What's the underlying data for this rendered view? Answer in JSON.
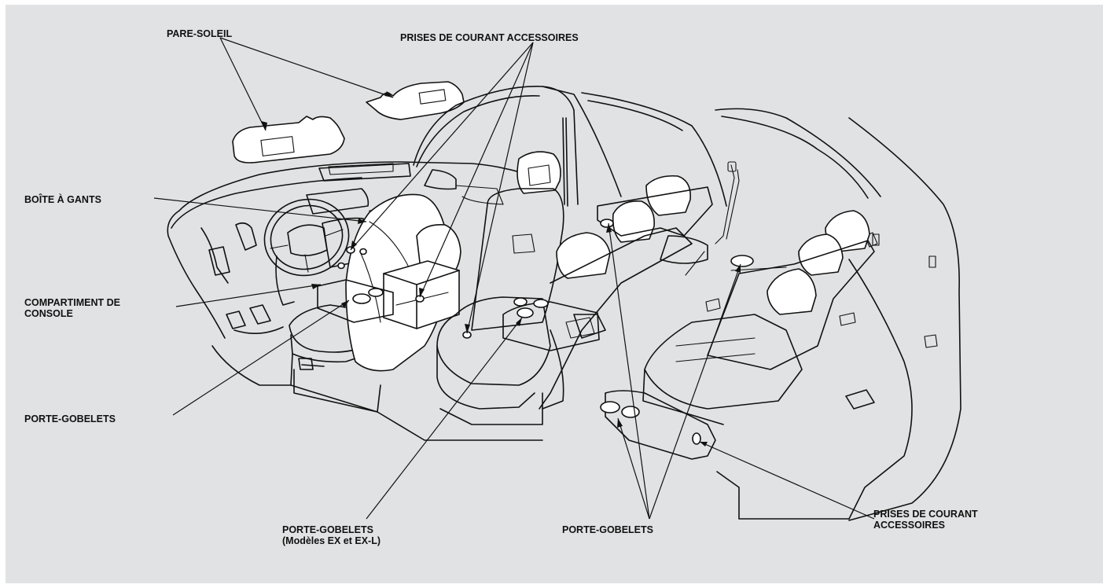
{
  "labels": {
    "pare_soleil": "PARE-SOLEIL",
    "prises_top": "PRISES DE COURANT ACCESSOIRES",
    "boite_gants": "BOÎTE À GANTS",
    "compartiment_l1": "COMPARTIMENT DE",
    "compartiment_l2": "CONSOLE",
    "porte_gobelets_left": "PORTE-GOBELETS",
    "porte_gobelets_ex_l1": "PORTE-GOBELETS",
    "porte_gobelets_ex_l2": "(Modèles EX et EX-L)",
    "porte_gobelets_rear": "PORTE-GOBELETS",
    "prises_rear_l1": "PRISES DE COURANT",
    "prises_rear_l2": "ACCESSOIRES"
  },
  "colors": {
    "background": "#e1e2e3",
    "ink": "#111111",
    "highlight": "#ffffff"
  }
}
